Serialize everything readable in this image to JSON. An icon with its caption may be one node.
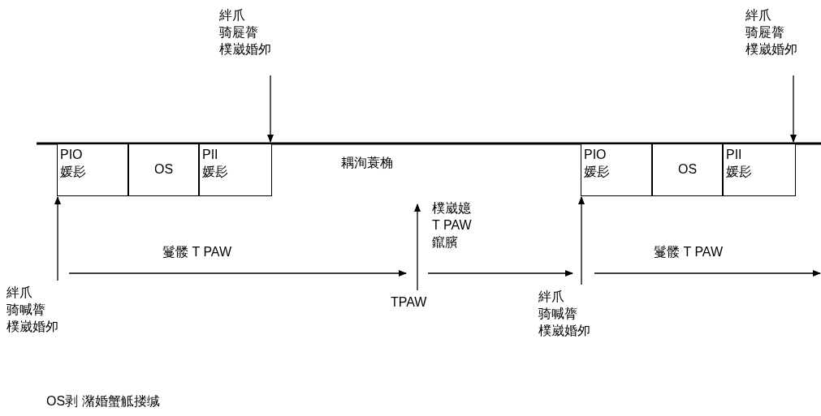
{
  "diagram": {
    "nodes": [
      {
        "text": [
          "絆爪",
          "骑屣膂",
          "樸崴婚夘"
        ]
      },
      {
        "text": [
          "絆爪",
          "骑屣膂",
          "樸崴婚夘"
        ]
      },
      {
        "text": [
          "PIO 媛髟"
        ]
      },
      {
        "text": [
          "OS"
        ]
      },
      {
        "text": [
          "PII 媛髟"
        ]
      },
      {
        "text": [
          "PIO 媛髟"
        ]
      },
      {
        "text": [
          "OS"
        ]
      },
      {
        "text": [
          "PII 媛髟"
        ]
      },
      {
        "text": [
          "絆爪",
          "骑喊膂",
          "樸崴婚夘"
        ]
      },
      {
        "text": [
          "TPAW"
        ]
      },
      {
        "text": [
          "絆爪",
          "骑喊膂",
          "樸崴婚夘"
        ]
      },
      {
        "text": [
          "樸崴嬑 T PAW 鑹臏"
        ]
      }
    ],
    "edges": [
      {
        "from": 0,
        "to": 4,
        "arrow": "to"
      },
      {
        "from": 1,
        "to": 7,
        "arrow": "to"
      },
      {
        "from": 8,
        "to": 2,
        "arrow": "to"
      },
      {
        "from": 9,
        "to": 11,
        "arrow": "to"
      },
      {
        "from": 10,
        "to": 5,
        "arrow": "to"
      }
    ],
    "labels": [
      "耦洵蓑桷",
      "鬘髅 T PAW",
      "鬘髅 T PAW",
      "OS剥 潴婚蟹觝搂缄"
    ]
  }
}
